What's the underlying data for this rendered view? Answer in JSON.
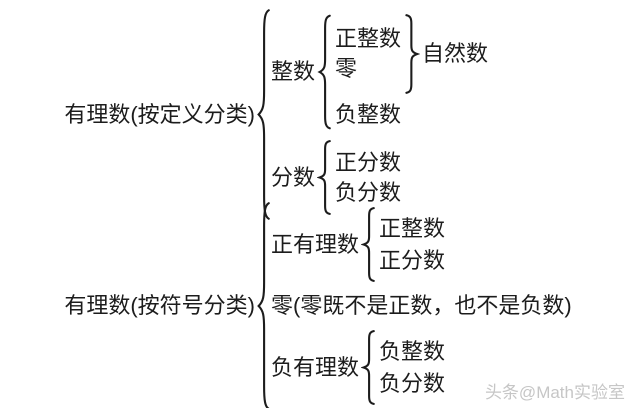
{
  "page": {
    "background": "#ffffff",
    "ink_color": "#1c1c1c"
  },
  "definition_tree": {
    "root_label": "有理数(按定义分类)",
    "integer_branch": {
      "label": "整数",
      "positive": "正整数",
      "zero": "零",
      "negative": "负整数",
      "natural_group_label": "自然数"
    },
    "fraction_branch": {
      "label": "分数",
      "positive": "正分数",
      "negative": "负分数"
    }
  },
  "sign_tree": {
    "root_label": "有理数(按符号分类)",
    "positive_branch": {
      "label": "正有理数",
      "integer": "正整数",
      "fraction": "正分数"
    },
    "zero_note": "零(零既不是正数，也不是负数)",
    "negative_branch": {
      "label": "负有理数",
      "integer": "负整数",
      "fraction": "负分数"
    }
  },
  "watermark": {
    "text": "头条@Math实验室",
    "color": "#c6c6c6"
  }
}
